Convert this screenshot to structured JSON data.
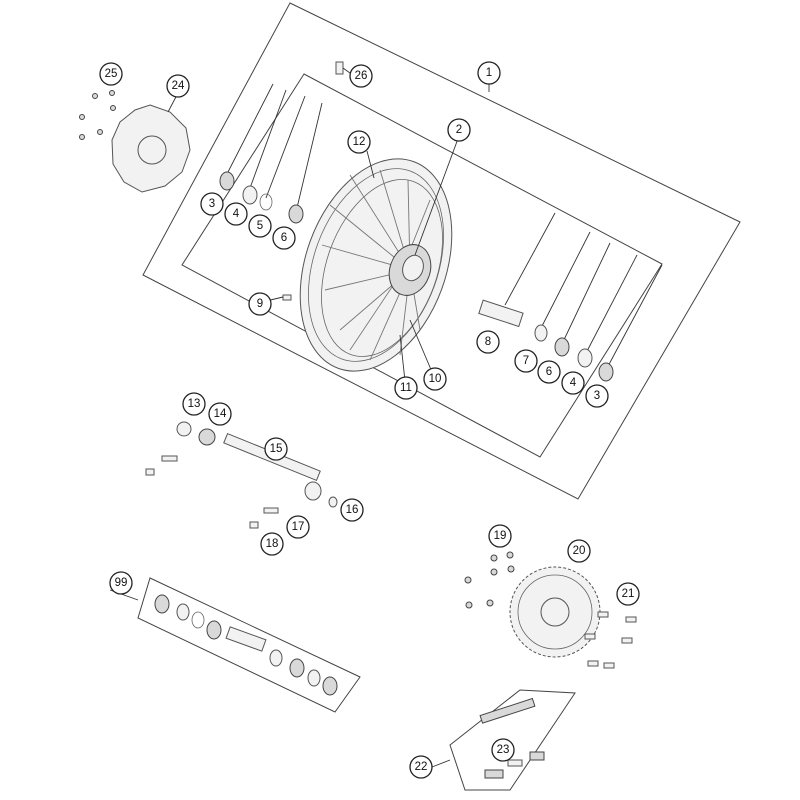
{
  "callouts": {
    "c1": "1",
    "c2": "2",
    "c3a": "3",
    "c4a": "4",
    "c5": "5",
    "c6a": "6",
    "c7": "7",
    "c6b": "6",
    "c4b": "4",
    "c3b": "3",
    "c8": "8",
    "c9": "9",
    "c10": "10",
    "c11": "11",
    "c12": "12",
    "c13": "13",
    "c14": "14",
    "c15": "15",
    "c16": "16",
    "c17": "17",
    "c18": "18",
    "c19": "19",
    "c20": "20",
    "c21": "21",
    "c22": "22",
    "c23": "23",
    "c24": "24",
    "c25": "25",
    "c26": "26",
    "c99": "99"
  },
  "colors": {
    "line": "#444444",
    "part_fill": "#f2f2f2",
    "part_dark": "#d9d9d9",
    "background": "#ffffff"
  }
}
